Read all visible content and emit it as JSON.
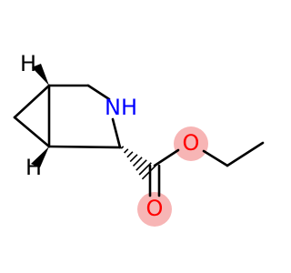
{
  "molecule": {
    "atoms": {
      "h_top": {
        "symbol": "H",
        "color": "#000000"
      },
      "h_bottom": {
        "symbol": "H",
        "color": "#000000"
      },
      "nh": {
        "symbol": "NH",
        "color": "#0000ff"
      },
      "o_ester": {
        "symbol": "O",
        "color": "#ff0000"
      },
      "o_carbonyl": {
        "symbol": "O",
        "color": "#ff0000"
      }
    },
    "colors": {
      "bond": "#000000",
      "nitrogen": "#0000ff",
      "oxygen": "#ff0000",
      "oxygen_highlight": "#f4a0a0"
    }
  }
}
